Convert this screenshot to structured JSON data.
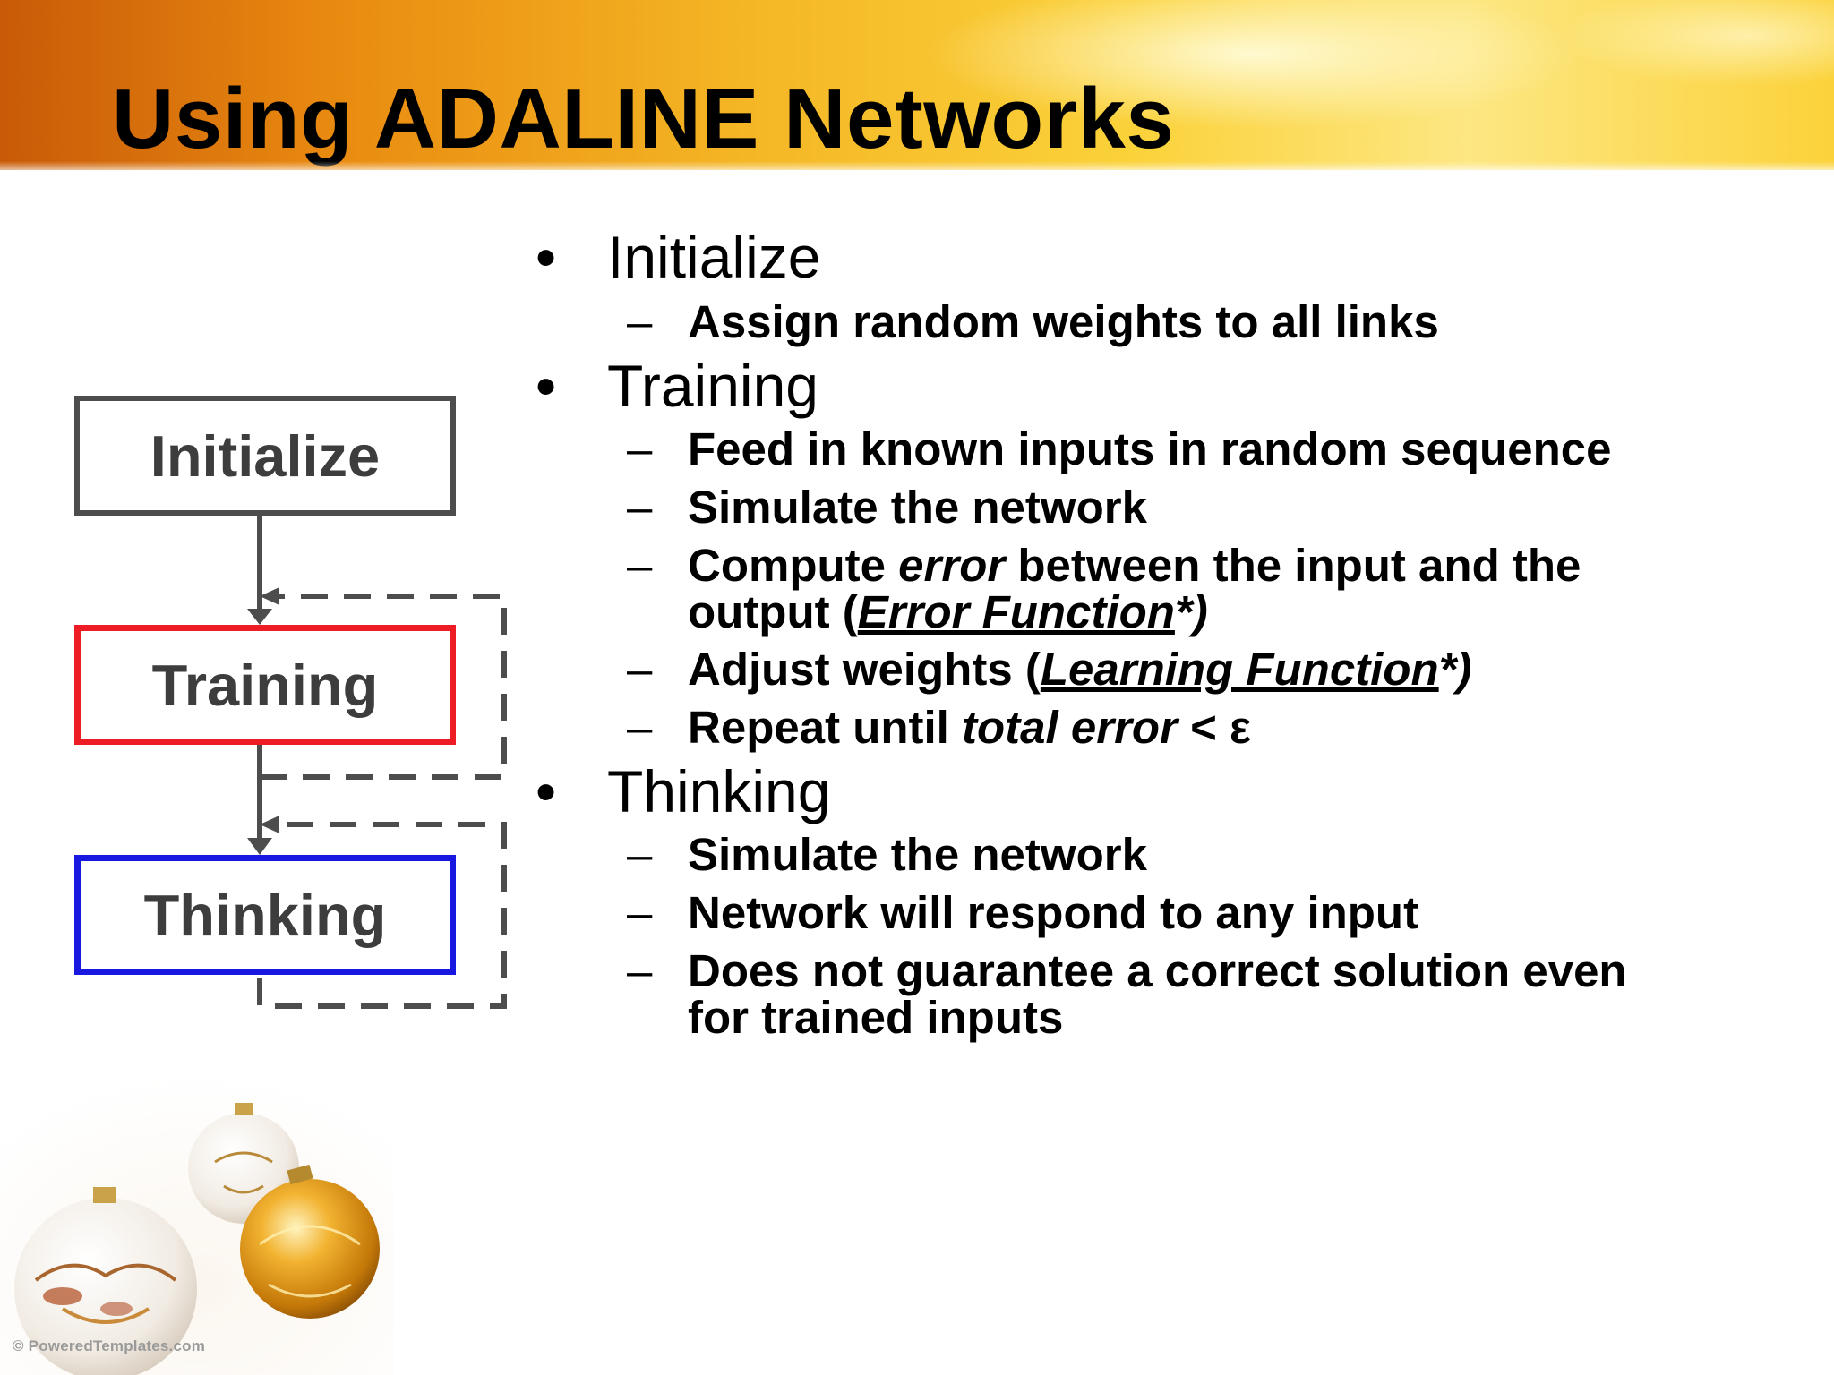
{
  "slide": {
    "title": "Using ADALINE Networks"
  },
  "flow": {
    "boxes": [
      "Initialize",
      "Training",
      "Thinking"
    ],
    "colors": {
      "initialize": "#4d4d4d",
      "training": "#ee1c25",
      "thinking": "#1818e0",
      "arrows": "#4d4d4d"
    }
  },
  "bullets": {
    "initialize": {
      "label": "Initialize",
      "items": [
        "Assign random weights to all links"
      ]
    },
    "training": {
      "label": "Training",
      "feed": "Feed in known inputs in random sequence",
      "simulate": "Simulate the network",
      "compute": {
        "pre": "Compute ",
        "emph": "error",
        "post": " between the input and the output  (",
        "link": "Error Function",
        "suffix": "*)"
      },
      "adjust": {
        "pre": "Adjust weights  (",
        "link": "Learning Function",
        "suffix": "*)"
      },
      "repeat": {
        "pre": "Repeat until ",
        "emph": "total error",
        "post": " < ε"
      }
    },
    "thinking": {
      "label": "Thinking",
      "items": [
        "Simulate the network",
        "Network will respond to any input",
        "Does not guarantee a correct solution even for trained inputs"
      ]
    }
  },
  "footer": {
    "watermark": "© PoweredTemplates.com"
  }
}
